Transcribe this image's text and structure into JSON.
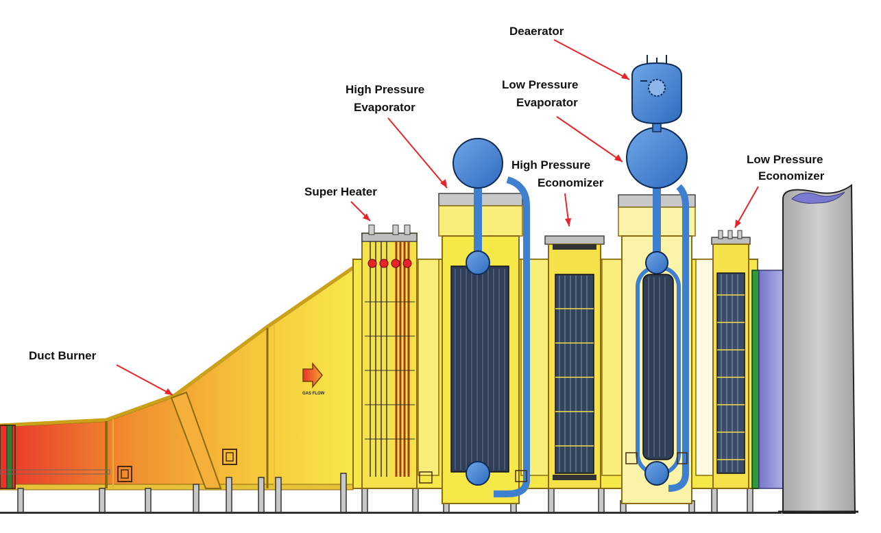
{
  "labels": {
    "deaerator": "Deaerator",
    "hp_evaporator_line1": "High Pressure",
    "hp_evaporator_line2": "Evaporator",
    "lp_evaporator_line1": "Low Pressure",
    "lp_evaporator_line2": "Evaporator",
    "super_heater": "Super Heater",
    "hp_economizer_line1": "High Pressure",
    "hp_economizer_line2": "Economizer",
    "lp_economizer_line1": "Low Pressure",
    "lp_economizer_line2": "Economizer",
    "duct_burner": "Duct Burner",
    "gas_flow": "GAS FLOW"
  },
  "colors": {
    "label_arrow": "#e8242a",
    "casing_yellow": "#f7e84a",
    "casing_light": "#fbf3a8",
    "duct_red": "#e8342a",
    "duct_orange": "#f39a2c",
    "drum_blue": "#3f7fd0",
    "tube_dark": "#33435a",
    "stack_gray": "#bdbdbd",
    "transition_purple": "#8f8fd6"
  }
}
